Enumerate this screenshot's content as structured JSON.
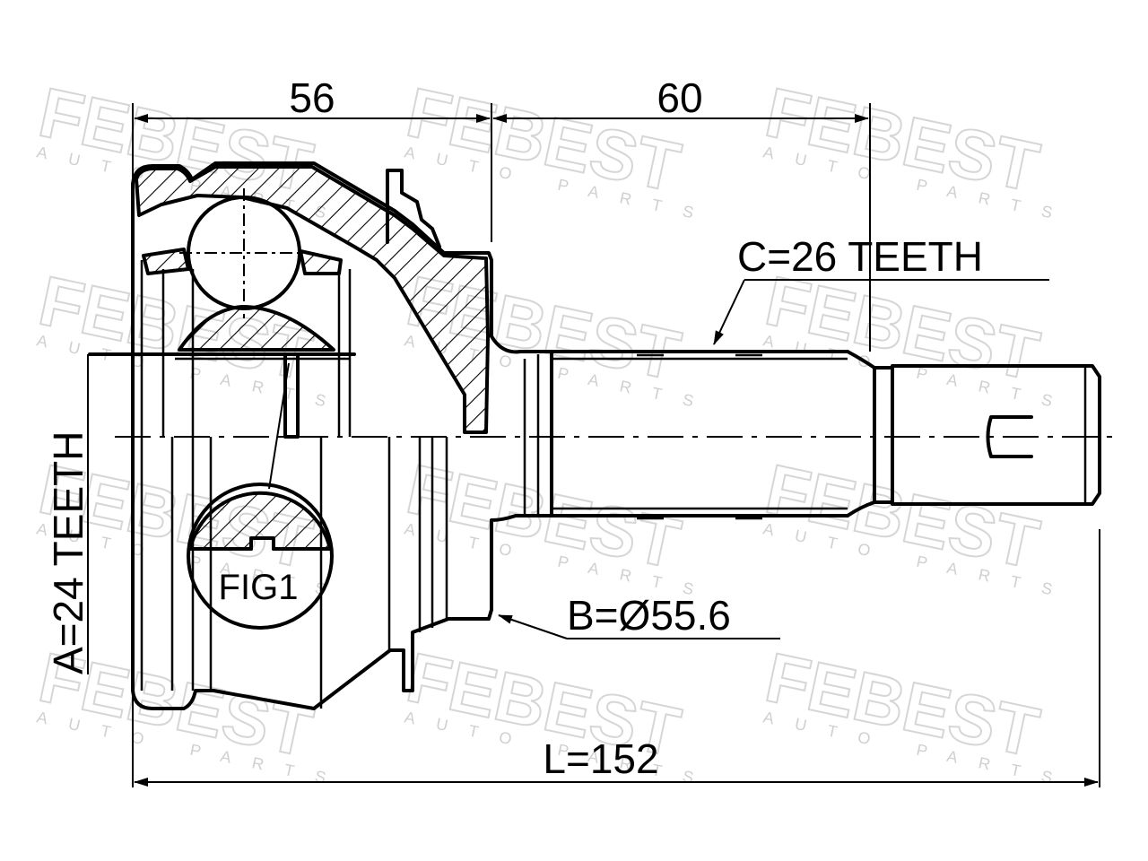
{
  "watermark": {
    "brand": "FEBEST",
    "tagline": "AUTO PARTS"
  },
  "dimensions": {
    "width_a": "56",
    "width_b": "60",
    "total_length": "L=152",
    "outer_spline": "C=26 TEETH",
    "inner_spline": "A=24 TEETH",
    "diameter": "B=Ø55.6"
  },
  "figure_label": "FIG1"
}
